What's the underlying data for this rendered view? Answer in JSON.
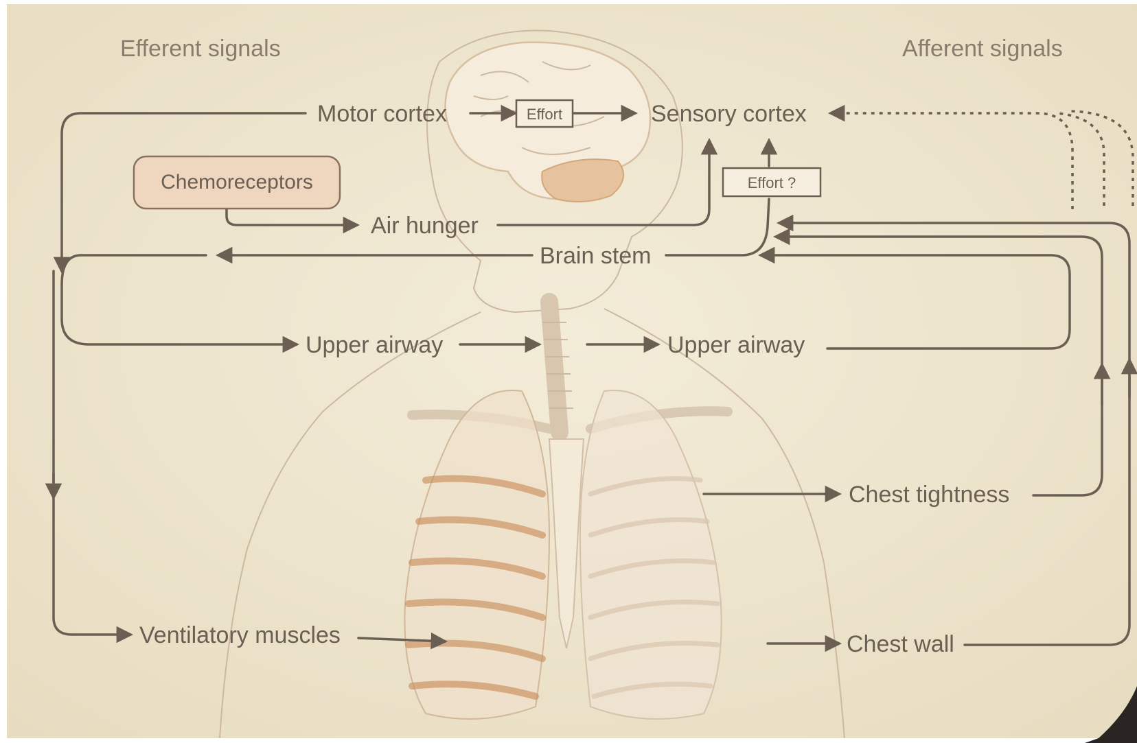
{
  "headings": {
    "efferent": "Efferent signals",
    "afferent": "Afferent signals"
  },
  "nodes": {
    "motor_cortex": "Motor cortex",
    "effort_box": "Effort",
    "sensory_cortex": "Sensory cortex",
    "chemoreceptors": "Chemoreceptors",
    "effort_question_box": "Effort ?",
    "air_hunger": "Air hunger",
    "brain_stem": "Brain stem",
    "upper_airway_efferent": "Upper airway",
    "upper_airway_afferent": "Upper airway",
    "chest_tightness": "Chest tightness",
    "ventilatory_muscles": "Ventilatory muscles",
    "chest_wall": "Chest wall"
  },
  "colors": {
    "background": "#efe7cf",
    "line": "#6b5e52",
    "chemoreceptor_fill": "#efd6bf",
    "rib_accent": "#c98f5e"
  }
}
